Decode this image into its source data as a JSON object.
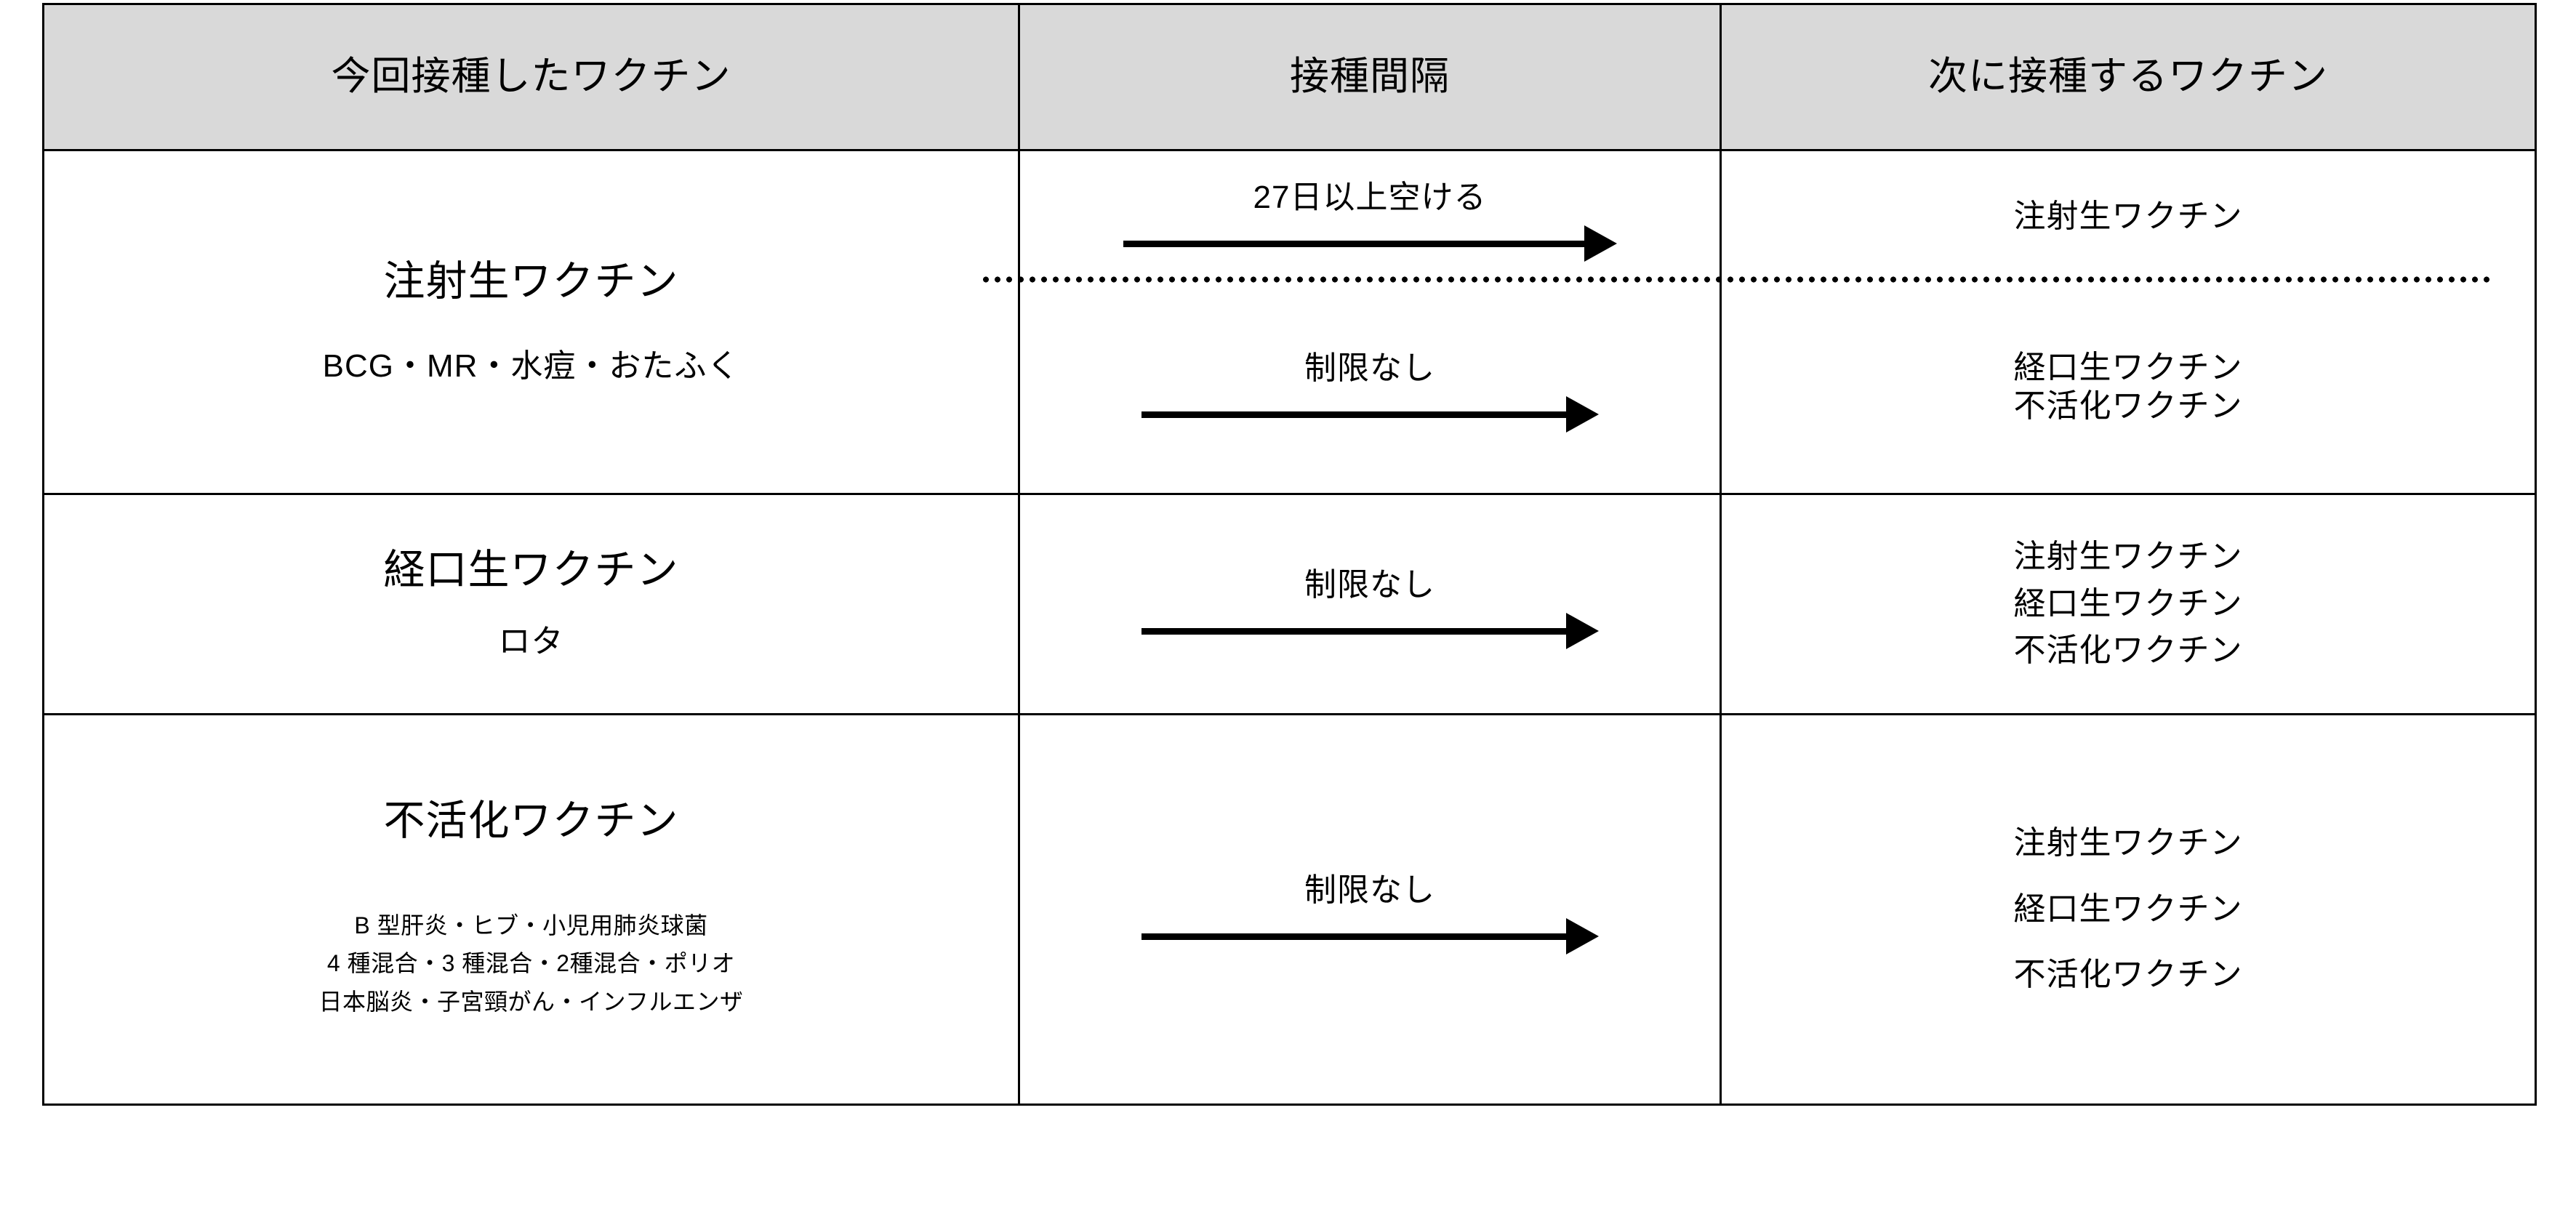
{
  "table": {
    "headers": [
      "今回接種したワクチン",
      "接種間隔",
      "次に接種するワクチン"
    ],
    "rows": [
      {
        "vaccine_title": "注射生ワクチン",
        "vaccine_examples": "BCG・MR・水痘・おたふく",
        "intervals": [
          {
            "label": "27日以上空ける",
            "arrow": "right-arrow-icon",
            "next_vaccines": [
              "注射生ワクチン"
            ]
          },
          {
            "label": "制限なし",
            "arrow": "right-arrow-icon",
            "next_vaccines": [
              "経口生ワクチン",
              "不活化ワクチン"
            ]
          }
        ]
      },
      {
        "vaccine_title": "経口生ワクチン",
        "vaccine_examples": "ロタ",
        "intervals": [
          {
            "label": "制限なし",
            "arrow": "right-arrow-icon",
            "next_vaccines": [
              "注射生ワクチン",
              "経口生ワクチン",
              "不活化ワクチン"
            ]
          }
        ]
      },
      {
        "vaccine_title": "不活化ワクチン",
        "vaccine_examples_lines": [
          "B 型肝炎・ヒブ・小児用肺炎球菌",
          "4 種混合・3 種混合・2種混合・ポリオ",
          "日本脳炎・子宮頸がん・インフルエンザ"
        ],
        "intervals": [
          {
            "label": "制限なし",
            "arrow": "right-arrow-icon",
            "next_vaccines": [
              "注射生ワクチン",
              "経口生ワクチン",
              "不活化ワクチン"
            ]
          }
        ]
      }
    ]
  },
  "colors": {
    "header_background": "#d9d9d9",
    "border": "#000000",
    "text": "#000000",
    "page_background": "#ffffff"
  }
}
